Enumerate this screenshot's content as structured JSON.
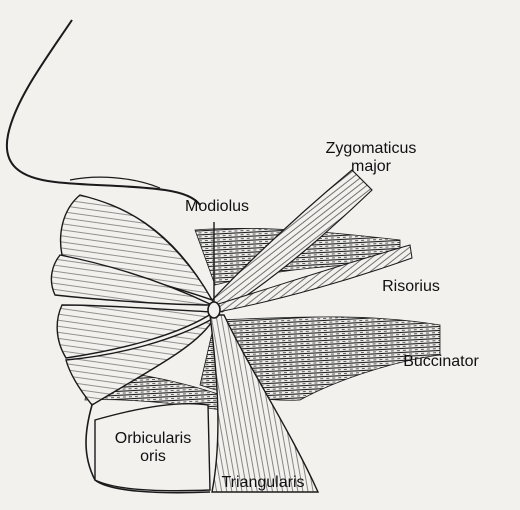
{
  "labels": {
    "zygomaticus": [
      "Zygomaticus",
      "major"
    ],
    "modiolus": "Modiolus",
    "risorius": "Risorius",
    "buccinator": "Buccinator",
    "orbicularis": [
      "Orbicularis",
      "oris"
    ],
    "triangularis": "Triangularis"
  },
  "colors": {
    "ink": "#1a1a1a",
    "paper": "#f2f1ee"
  }
}
